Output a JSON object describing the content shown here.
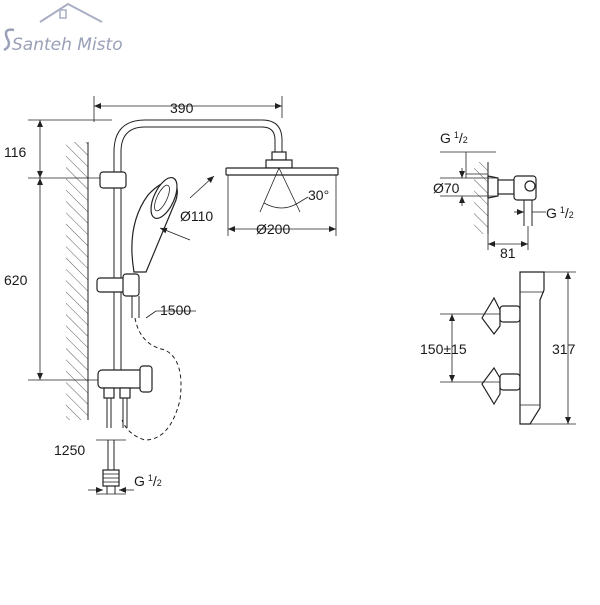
{
  "logo": {
    "text": "Santeh Misto"
  },
  "dimensions": {
    "width_390": "390",
    "height_116": "116",
    "height_620": "620",
    "head_dia": "Ø200",
    "angle": "30°",
    "hand_dia": "Ø110",
    "hose_1500": "1500",
    "hose_1250": "1250",
    "thread_g_main": "G",
    "thread_frac_num": "1",
    "thread_frac_den": "2",
    "wall_dia": "Ø70",
    "depth_81": "81",
    "centers": "150±15",
    "height_317": "317"
  }
}
